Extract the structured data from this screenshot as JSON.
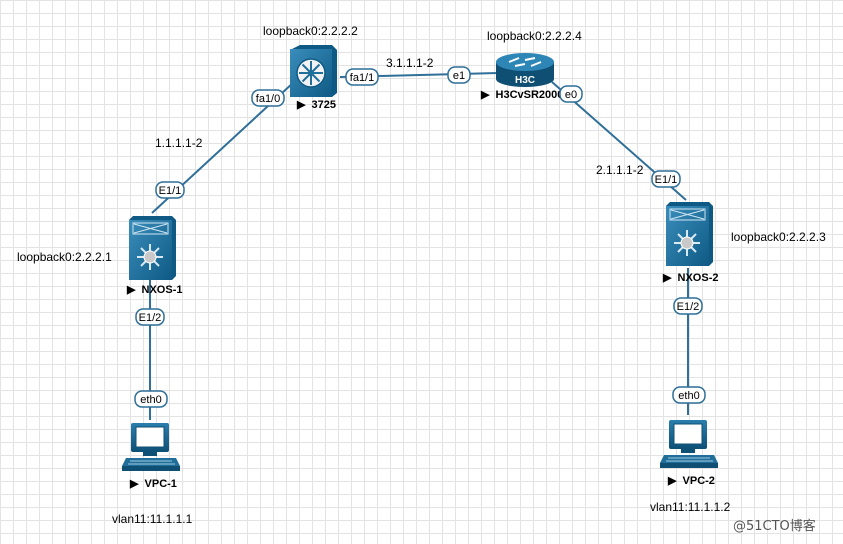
{
  "nodes": {
    "r3725": {
      "name": "3725",
      "loopback": "loopback0:2.2.2.2"
    },
    "h3c": {
      "name": "H3CvSR2000",
      "logo": "H3C",
      "loopback": "loopback0:2.2.2.4"
    },
    "nxos1": {
      "name": "NXOS-1",
      "loopback": "loopback0:2.2.2.1"
    },
    "nxos2": {
      "name": "NXOS-2",
      "loopback": "loopback0:2.2.2.3"
    },
    "vpc1": {
      "name": "VPC-1",
      "ip": "vlan11:11.1.1.1"
    },
    "vpc2": {
      "name": "VPC-2",
      "ip": "vlan11:11.1.1.2"
    }
  },
  "ports": {
    "r3725_fa10": "fa1/0",
    "r3725_fa11": "fa1/1",
    "h3c_e1": "e1",
    "h3c_e0": "e0",
    "nxos1_e11": "E1/1",
    "nxos1_e12": "E1/2",
    "nxos2_e11": "E1/1",
    "nxos2_e12": "E1/2",
    "vpc1_eth0": "eth0",
    "vpc2_eth0": "eth0"
  },
  "link_addresses": {
    "nxos1_r3725": "1.1.1.1-2",
    "r3725_h3c": "3.1.1.1-2",
    "h3c_nxos2": "2.1.1.1-2"
  },
  "status_marker": "▶",
  "watermark": "@51CTO博客",
  "icons": {
    "r3725": "layer3-switch-icon",
    "h3c": "router-icon",
    "nxos1": "nexus-switch-icon",
    "nxos2": "nexus-switch-icon",
    "vpc1": "pc-icon",
    "vpc2": "pc-icon"
  },
  "colors": {
    "link": "#2f6f98",
    "device": "#1f6f9a",
    "device_dark": "#0e4f73",
    "grid": "#e3e3e3"
  }
}
